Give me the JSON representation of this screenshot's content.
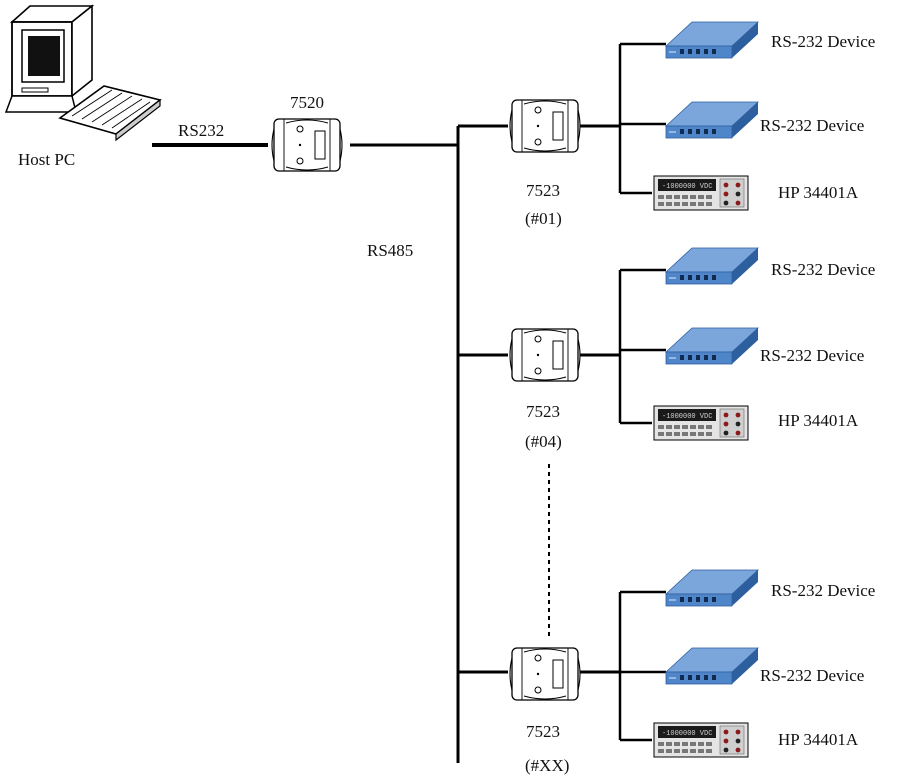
{
  "host": {
    "label": "Host PC"
  },
  "links": {
    "rs232": "RS232",
    "rs485": "RS485"
  },
  "converter": {
    "model": "7520"
  },
  "modules": [
    {
      "model": "7523",
      "address": "(#01)",
      "devices": [
        "RS-232 Device",
        "RS-232 Device",
        "HP 34401A"
      ]
    },
    {
      "model": "7523",
      "address": "(#04)",
      "devices": [
        "RS-232 Device",
        "RS-232 Device",
        "HP 34401A"
      ]
    },
    {
      "model": "7523",
      "address": "(#XX)",
      "devices": [
        "RS-232 Device",
        "RS-232 Device",
        "HP 34401A"
      ]
    }
  ],
  "colors": {
    "line": "#000000",
    "device_blue": "#4f86c9",
    "device_dark": "#2d5f9e"
  }
}
